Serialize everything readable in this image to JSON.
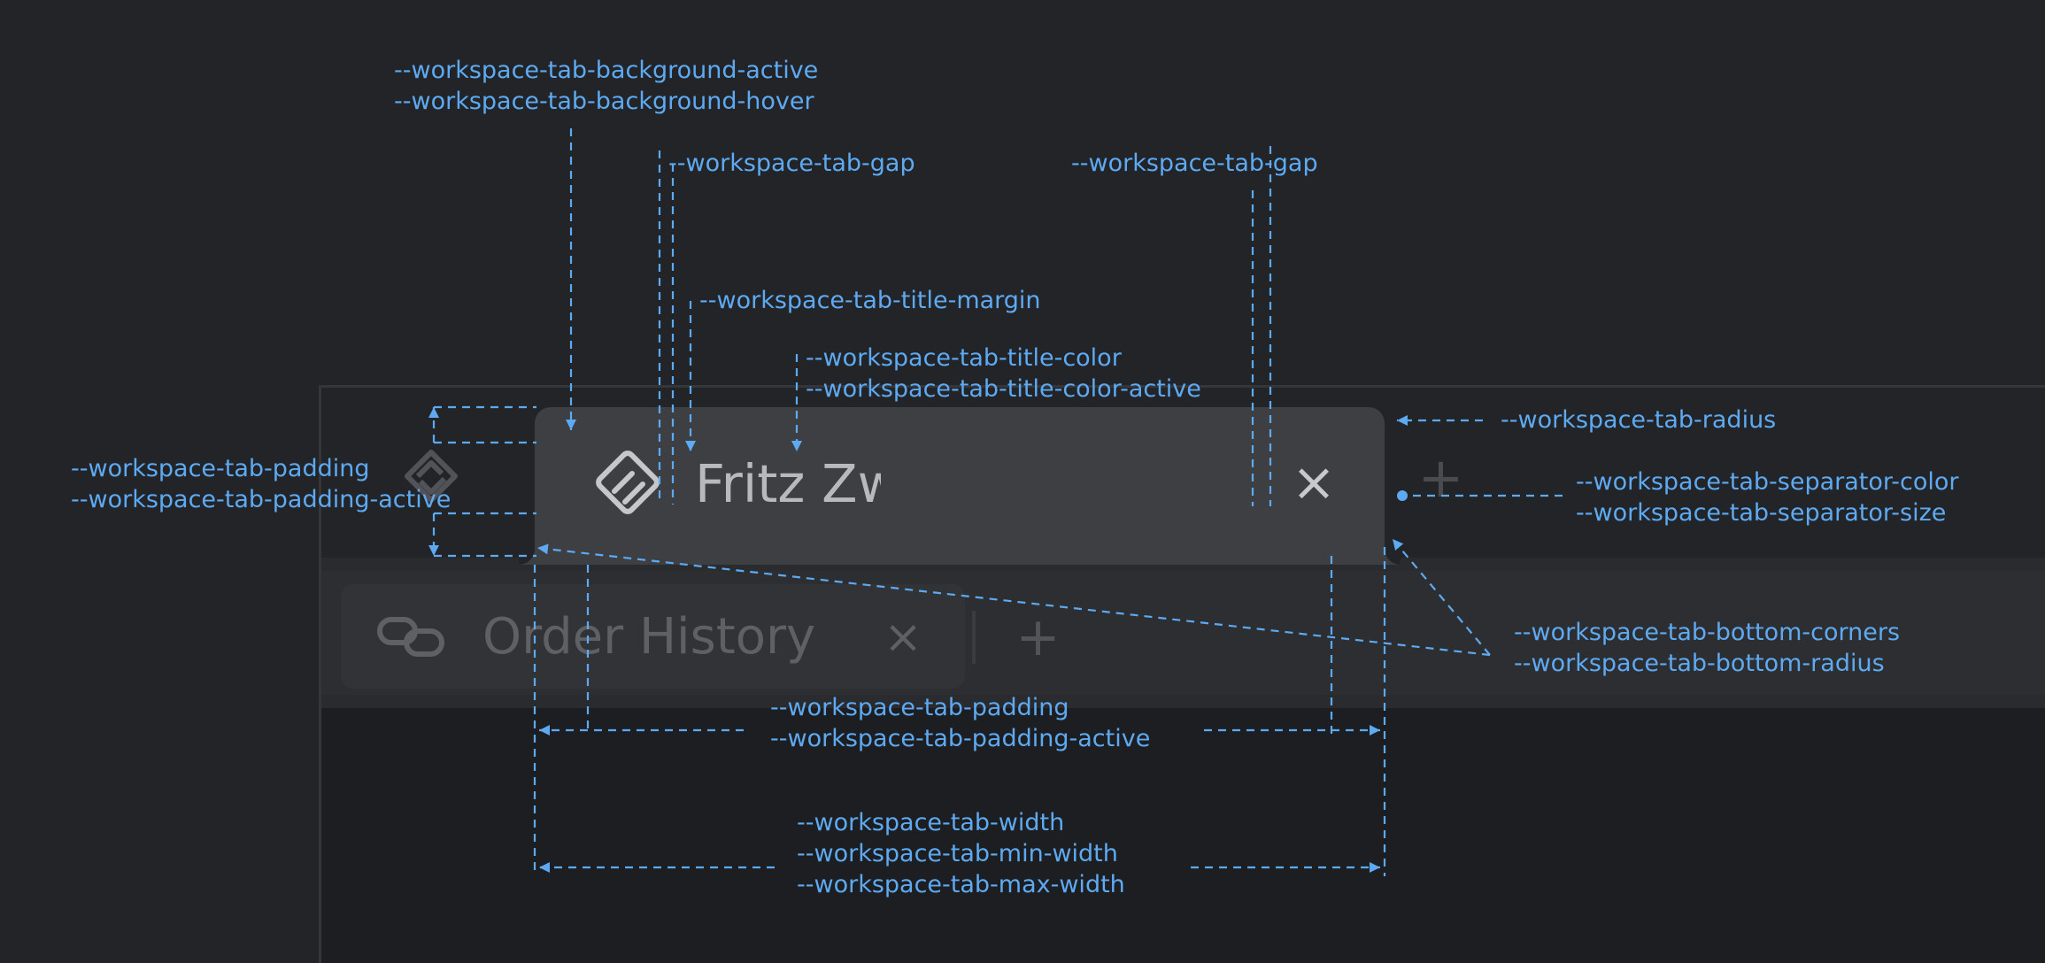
{
  "colors": {
    "background": "#222428",
    "frame_border": "#34363a",
    "active_tab": "#3e3f43",
    "inactive_tab": "#323336",
    "annotation": "#5eaaf2",
    "title": "#b8b9bd"
  },
  "active_tab": {
    "icon": "tab-app-icon",
    "title": "Fritz Zwiky - Client Workspace",
    "close": "×"
  },
  "inactive_tab": {
    "icon": "link-icon",
    "title": "Order History",
    "close": "×"
  },
  "new_tab": "+",
  "sibling_icon": "app-logo-icon",
  "annotations": {
    "background": [
      "--workspace-tab-background-active",
      "--workspace-tab-background-hover"
    ],
    "gap_left": "--workspace-tab-gap",
    "gap_right": "--workspace-tab-gap",
    "title_margin": "--workspace-tab-title-margin",
    "title_color": [
      "--workspace-tab-title-color",
      "--workspace-tab-title-color-active"
    ],
    "radius": "--workspace-tab-radius",
    "padding_vertical": [
      "--workspace-tab-padding",
      "--workspace-tab-padding-active"
    ],
    "separator": [
      "--workspace-tab-separator-color",
      "--workspace-tab-separator-size"
    ],
    "bottom_corners": [
      "--workspace-tab-bottom-corners",
      "--workspace-tab-bottom-radius"
    ],
    "padding_horizontal": [
      "--workspace-tab-padding",
      "--workspace-tab-padding-active"
    ],
    "width": [
      "--workspace-tab-width",
      "--workspace-tab-min-width",
      "--workspace-tab-max-width"
    ]
  }
}
